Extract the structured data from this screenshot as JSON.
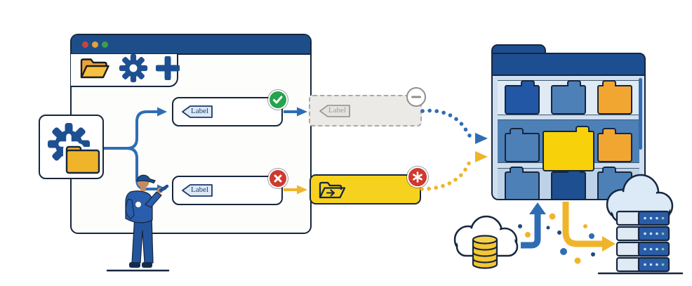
{
  "illustration": {
    "window": {
      "traffic_lights": [
        {
          "name": "close",
          "color": "#c64540"
        },
        {
          "name": "minimize",
          "color": "#e0a33a"
        },
        {
          "name": "zoom",
          "color": "#3f9d4e"
        }
      ],
      "toolbar_icons": [
        {
          "name": "open-folder",
          "color": "#f0b42b"
        },
        {
          "name": "gear",
          "color": "#1d4f91"
        },
        {
          "name": "add",
          "color": "#1d4f91"
        }
      ]
    },
    "source_card": {
      "icons": [
        "gear-with-plus",
        "folder"
      ]
    },
    "rules": [
      {
        "label": "Label",
        "badge": "check",
        "badge_color": "#26a34d"
      },
      {
        "label": "Label",
        "badge": "cross",
        "badge_color": "#d0392e"
      }
    ],
    "excluded_rule": {
      "label": "Label",
      "badge": "minus",
      "badge_color": "#8f8f8f"
    },
    "move_action": {
      "icon": "folder-move",
      "badge": "asterisk",
      "badge_color": "#d0392e",
      "fill": "#f6d21f"
    },
    "cabinet": {
      "rows": [
        {
          "bg": "#dfeaf5",
          "folders": [
            {
              "color": "#2257a6",
              "tab": "right"
            },
            {
              "color": "#4d80b7",
              "tab": "right"
            },
            {
              "color": "#f2a632",
              "tab": "left"
            }
          ]
        },
        {
          "bg": "#4d80b7",
          "folders": [
            {
              "color": "#4d80b7",
              "tab": "left"
            },
            {
              "color": "#f7d10a",
              "tab": "right",
              "large": true
            },
            {
              "color": "#f2a632",
              "tab": "left"
            }
          ]
        },
        {
          "bg": "#bdd2e8",
          "folders": [
            {
              "color": "#4d80b7",
              "tab": "left"
            },
            {
              "color": "#1d4f91",
              "tab": "right"
            },
            {
              "color": "#4d80b7",
              "tab": "left"
            }
          ]
        }
      ]
    },
    "storage": {
      "server_units": 4,
      "leds_per_unit": 4,
      "led_color": "#cfe3f7",
      "led_ok_color": "#8fc79a"
    },
    "palette": {
      "outline_navy": "#16263d",
      "primary_blue": "#1d4e91",
      "medium_blue": "#4d80b7",
      "light_blue": "#dfeaf5",
      "arrow_blue": "#2e6db4",
      "bright_yellow": "#f6d21f",
      "golden_yellow": "#f0b42b",
      "orange": "#f2a632",
      "green": "#26a34d",
      "red": "#d0392e",
      "gray": "#9a9a9a"
    }
  }
}
